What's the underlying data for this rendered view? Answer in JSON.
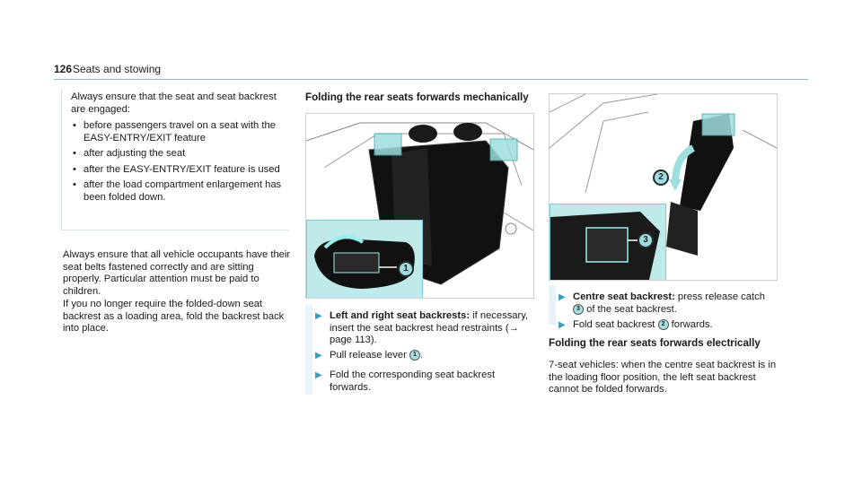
{
  "header": {
    "page_number": "126",
    "section": "Seats and stowing"
  },
  "notice": {
    "intro": "Always ensure that the seat and seat backrest are engaged:",
    "items": [
      "before passengers travel on a seat with the EASY-ENTRY/EXIT feature",
      "after adjusting the seat",
      "after the EASY-ENTRY/EXIT feature is used",
      "after the load compartment enlargement has been folded down."
    ]
  },
  "paragraphs": [
    "Always ensure that all vehicle occupants have their seat belts fastened correctly and are sitting properly. Particular attention must be paid to children.",
    "If you no longer require the folded-down seat backrest as a loading area, fold the backrest back into place."
  ],
  "mechanical": {
    "heading": "Folding the rear seats forwards mechanically",
    "callouts": [
      "1"
    ],
    "steps": [
      {
        "bold": "Left and right seat backrests:",
        "text": " if necessary, insert the seat backrest head restraints (→ page 113)."
      },
      {
        "pre": "Pull release lever ",
        "num": "1",
        "post": "."
      },
      {
        "text": "Fold the corresponding seat backrest forwards."
      }
    ]
  },
  "centre": {
    "callouts": [
      "2",
      "3"
    ],
    "steps": [
      {
        "bold": "Centre seat backrest:",
        "pre": " press release catch ",
        "num": "3",
        "post": " of the seat backrest."
      },
      {
        "pre": "Fold seat backrest ",
        "num": "2",
        "post": " forwards."
      }
    ]
  },
  "electrical": {
    "heading": "Folding the rear seats forwards electrically",
    "text": "7-seat vehicles: when the centre seat backrest is in the loading floor position, the left seat backrest cannot be folded forwards."
  },
  "colors": {
    "rule": "#8fb8c8",
    "inset": "#bfeaea",
    "accent": "#3a9ec0"
  }
}
